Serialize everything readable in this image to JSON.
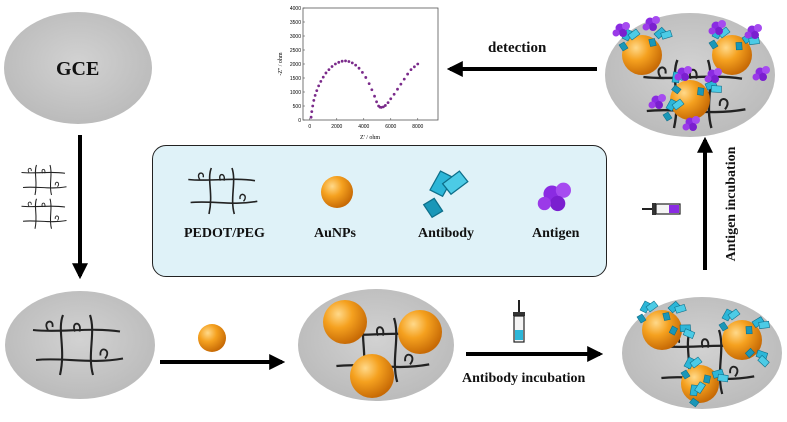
{
  "gce_label": "GCE",
  "legend": {
    "pedot_label": "PEDOT/PEG",
    "aunp_label": "AuNPs",
    "antibody_label": "Antibody",
    "antigen_label": "Antigen"
  },
  "steps": {
    "detection_label": "detection",
    "antibody_incubation_label": "Antibody incubation",
    "antigen_incubation_label": "Antigen incubation"
  },
  "nyquist_plot": {
    "x_axis_label": "Z' / ohm",
    "y_axis_label": "-Z'' / ohm",
    "x_ticks": [
      "0",
      "2000",
      "4000",
      "6000",
      "8000"
    ],
    "y_ticks": [
      "0",
      "500",
      "1000",
      "1500",
      "2000",
      "2500",
      "3000",
      "3500",
      "4000"
    ]
  },
  "chart_data": {
    "type": "scatter",
    "xlabel": "Z' / ohm",
    "ylabel": "-Z'' / ohm",
    "xlim": [
      -500,
      9500
    ],
    "ylim": [
      0,
      4000
    ],
    "grid": false,
    "series": [
      {
        "x": [
          100,
          150,
          220,
          300,
          400,
          520,
          660,
          820,
          1000,
          1200,
          1420,
          1650,
          1900,
          2150,
          2400,
          2650,
          2900,
          3150,
          3400,
          3650,
          3900,
          4150,
          4400,
          4600,
          4800,
          4950,
          5100,
          5200,
          5300,
          5450,
          5600,
          5800,
          6000,
          6250,
          6500,
          6750,
          7000,
          7250,
          7500,
          7750,
          8000
        ],
        "y": [
          100,
          300,
          500,
          700,
          880,
          1050,
          1220,
          1380,
          1530,
          1680,
          1800,
          1910,
          2000,
          2060,
          2100,
          2110,
          2090,
          2040,
          1960,
          1850,
          1700,
          1520,
          1300,
          1080,
          850,
          650,
          500,
          460,
          450,
          470,
          520,
          620,
          760,
          920,
          1100,
          1280,
          1460,
          1640,
          1800,
          1900,
          2000
        ]
      }
    ]
  },
  "colors": {
    "electrode_gray": "#c8c8c8",
    "gold": "#f59d1c",
    "antibody": "#2cb6d8",
    "antigen": "#8a2be2",
    "plot_points": "#7a2a8a",
    "legend_bg": "#dff2f8"
  }
}
